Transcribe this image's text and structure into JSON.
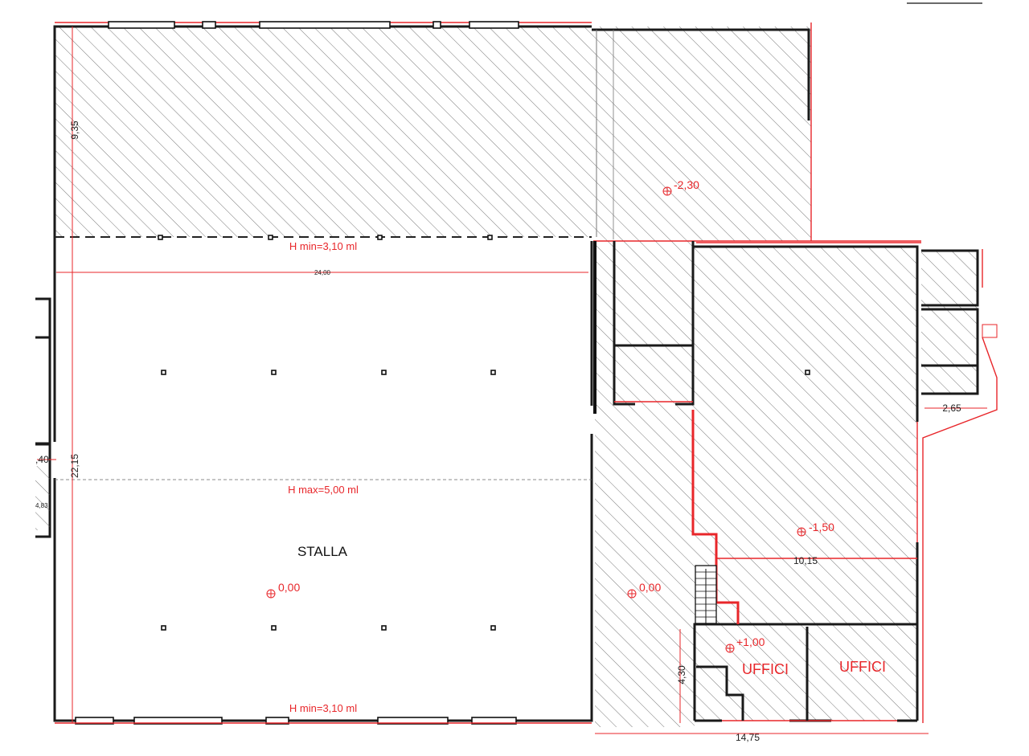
{
  "rooms": {
    "stalla": "STALLA",
    "uffici_left": "UFFICI",
    "uffici_right": "UFFICI"
  },
  "heights": {
    "h_min_top": "H min=3,10 ml",
    "h_max": "H max=5,00 ml",
    "h_min_bottom": "H min=3,10 ml"
  },
  "levels": {
    "top_right": "-2,30",
    "right_room": "-1,50",
    "stalla": "0,00",
    "corridor": "0,00",
    "offices": "+1,00"
  },
  "dimensions": {
    "width_stalla": "24,00",
    "height_top": "9,35",
    "height_total": "22,15",
    "right_room_width": "10,15",
    "annex_width": "2,65",
    "office_height": "4,30",
    "bottom_width": "14,75",
    "left_small_a": ",40",
    "left_small_b": "4,83"
  },
  "colors": {
    "dimension_red": "#e8262a",
    "wall": "#1a1a1a",
    "hatch": "#555555"
  }
}
